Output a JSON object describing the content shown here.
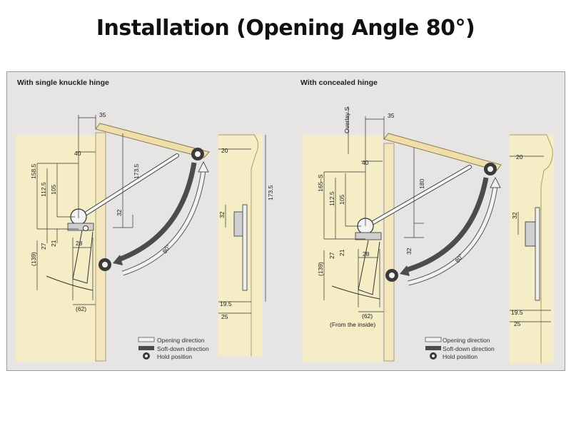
{
  "title": "Installation (Opening Angle 80°)",
  "colors": {
    "panel_bg": "#e7e5e3",
    "cabinet": "#f5edc6",
    "edge": "#e0c895",
    "arrow_dark": "#4c4c4c",
    "arrow_light": "#f2f2f2",
    "line": "#333333"
  },
  "left": {
    "heading": "With single knuckle hinge",
    "dims": {
      "d35": "35",
      "d40": "40",
      "d158": "158.5",
      "d112": "112.5",
      "d105": "105",
      "d27": "27",
      "d21": "21",
      "d139": "(139)",
      "d28": "28",
      "d62": "(62)",
      "d173a": "173.5",
      "d32a": "32",
      "angle": "80°"
    },
    "side": {
      "d20": "20",
      "d173": "173.5",
      "d32": "32",
      "d19": "19.5",
      "d25": "25"
    }
  },
  "right": {
    "heading": "With concealed hinge",
    "overlay": "Overlay S",
    "dims": {
      "d35": "35",
      "d40": "40",
      "d165": "165–S",
      "d112": "112.5",
      "d105": "105",
      "d27": "27",
      "d21": "21",
      "d139": "(139)",
      "d28": "28",
      "d62": "(62)",
      "d180": "180",
      "d32a": "32",
      "angle": "80°",
      "inside": "(From the inside)"
    },
    "side": {
      "d20": "20",
      "d32": "32",
      "d19": "19.5",
      "d25": "25"
    }
  },
  "legend": {
    "opening": "Opening direction",
    "softdown": "Soft-down direction",
    "hold": "Hold position"
  }
}
